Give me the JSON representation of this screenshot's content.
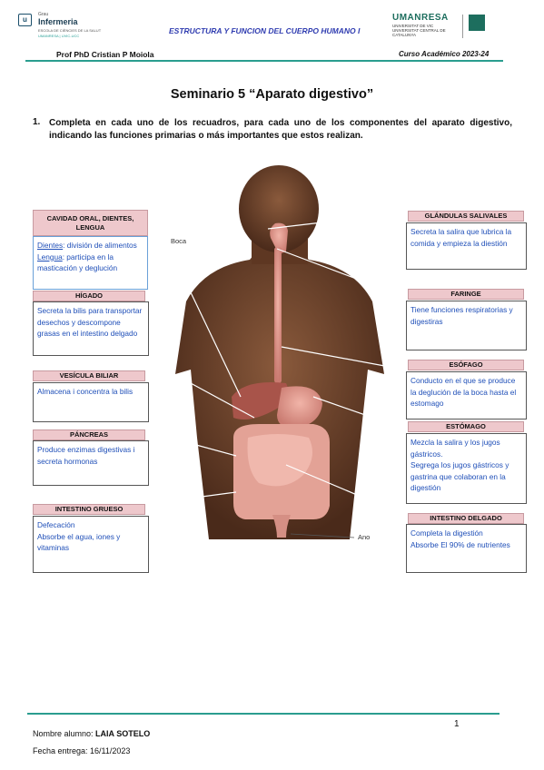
{
  "header": {
    "logo_left": {
      "line1": "Grau",
      "name": "Infermeria",
      "line3": "ESCOLA DE CIÈNCIES DE LA SALUT",
      "line4": "UMANRESA | UVIC-UCC"
    },
    "title": "ESTRUCTURA Y FUNCION DEL CUERPO HUMANO I",
    "logo_right": {
      "name": "UMANRESA",
      "sub": "UNIVERSITAT DE VIC UNIVERSITAT CENTRAL DE CATALUNYA"
    },
    "professor": "Prof PhD Cristian P Moiola",
    "course": "Curso Académico 2023-24"
  },
  "document": {
    "title": "Seminario 5 “Aparato digestivo”",
    "question_number": "1.",
    "question_text": "Completa en cada uno de los recuadros, para cada uno de los componentes del aparato digestivo, indicando las funciones primarias o más importantes que estos realizan."
  },
  "figure": {
    "boca": "Boca",
    "ano": "Ano"
  },
  "labels": {
    "cavidad": {
      "title": "CAVIDAD ORAL, DIENTES, LENGUA",
      "dientes_key": "Dientes",
      "dientes_val": ": división de alimentos",
      "lengua_key": "Lengua",
      "lengua_val": ": participa en la masticación y deglución"
    },
    "higado": {
      "title": "HÍGADO",
      "text": "Secreta la bilis para transportar desechos y descompone grasas en el intestino delgado"
    },
    "vesicula": {
      "title": "VESÍCULA BILIAR",
      "text": "Almacena i concentra la bilis"
    },
    "pancreas": {
      "title": "PÁNCREAS",
      "text": "Produce enzimas digestivas i secreta hormonas"
    },
    "grueso": {
      "title": "INTESTINO GRUESO",
      "text": "Defecación\nAbsorbe el agua, iones y vitaminas"
    },
    "glandulas": {
      "title": "GLÁNDULAS SALIVALES",
      "text": "Secreta la salira que lubrica la comida y empieza la diestión"
    },
    "faringe": {
      "title": "FARINGE",
      "text": "Tiene funciones respiratorias y digestiras"
    },
    "esofago": {
      "title": "ESÓFAGO",
      "text": "Conducto en el que se produce la deglución de la boca hasta el estomago"
    },
    "estomago": {
      "title": "ESTÓMAGO",
      "text": "Mezcla la salira y los jugos gástricos.\nSegrega los jugos gástricos y gastrina que colaboran en la digestión"
    },
    "delgado": {
      "title": "INTESTINO DELGADO",
      "text": "Completa la digestión\nAbsorbe El 90% de nutrientes"
    }
  },
  "footer": {
    "page_number": "1",
    "alumno_label": "Nombre alumno: ",
    "alumno_name": "LAIA SOTELO",
    "entrega": "Fecha entrega: 16/11/2023"
  }
}
